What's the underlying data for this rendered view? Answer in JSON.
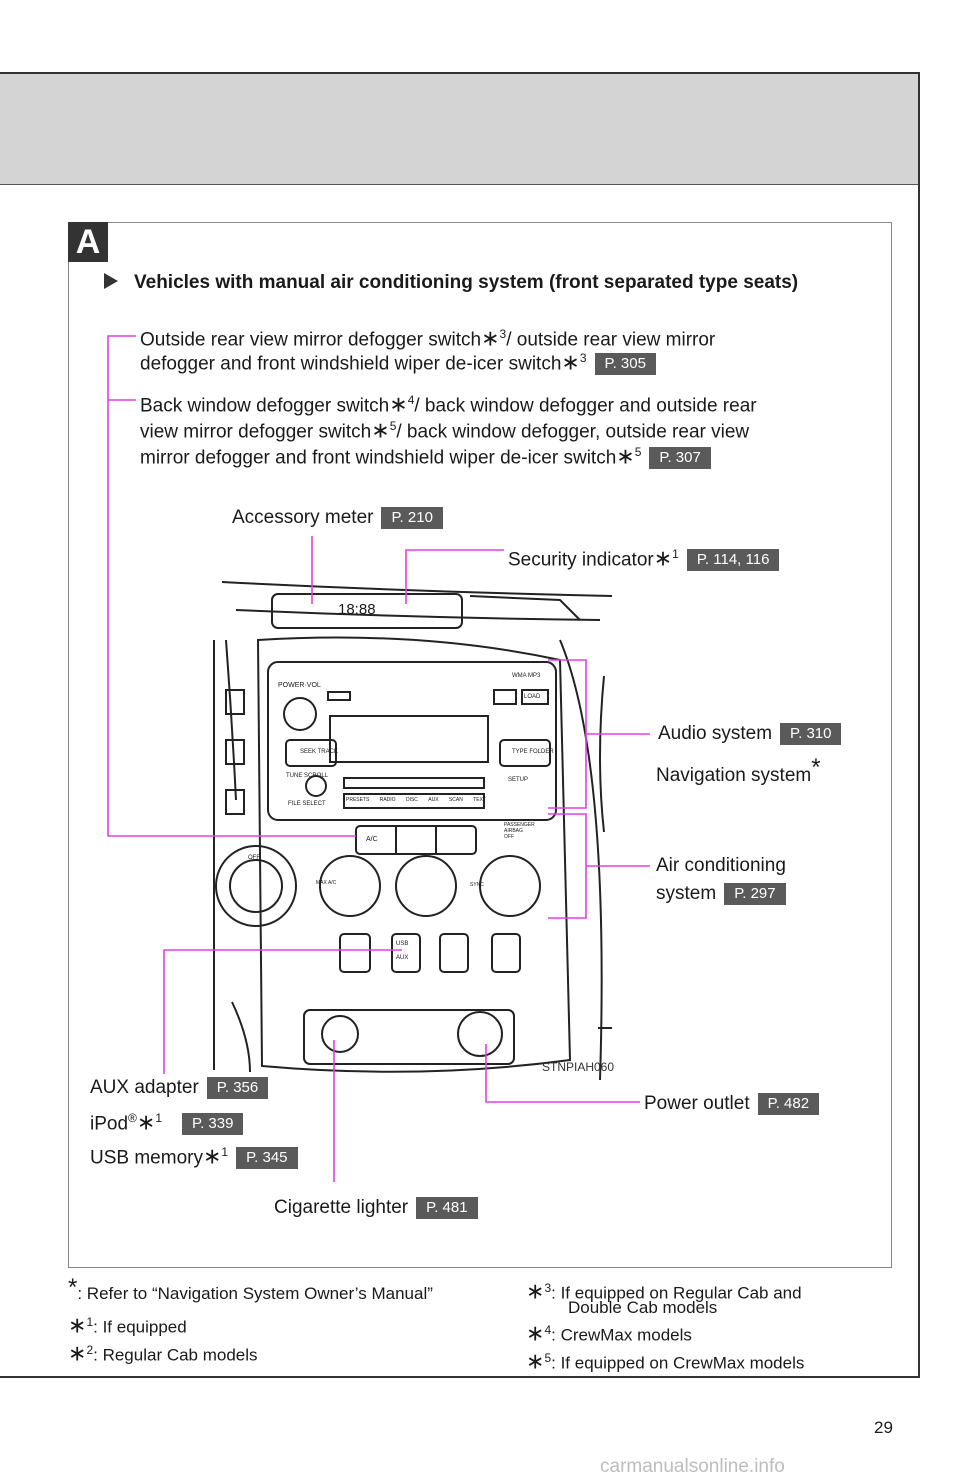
{
  "section_badge": "A",
  "heading": "Vehicles with manual air conditioning system (front separated type seats)",
  "callouts": {
    "mirror_defogger": {
      "line1_a": "Outside rear view mirror defogger switch",
      "line1_sup": "3",
      "line1_b": "/ outside rear view mirror",
      "line2_a": "defogger and front windshield wiper de-icer switch",
      "line2_sup": "3",
      "page": "P. 305"
    },
    "back_window": {
      "line1_a": "Back window defogger switch",
      "line1_sup": "4",
      "line1_b": "/ back window defogger and outside rear",
      "line2_a": "view mirror defogger switch",
      "line2_sup": "5",
      "line2_b": "/ back window defogger, outside rear view",
      "line3_a": "mirror defogger and front windshield wiper de-icer switch",
      "line3_sup": "5",
      "page": "P. 307"
    },
    "accessory_meter": {
      "label": "Accessory meter",
      "page": "P. 210"
    },
    "security_indicator": {
      "label": "Security indicator",
      "sup": "1",
      "page": "P. 114, 116"
    },
    "audio_system": {
      "label": "Audio system",
      "page": "P. 310"
    },
    "navigation_system": {
      "label": "Navigation system"
    },
    "air_conditioning": {
      "line1": "Air conditioning",
      "line2": "system",
      "page": "P. 297"
    },
    "aux_adapter": {
      "label": "AUX adapter",
      "page": "P. 356"
    },
    "ipod": {
      "label": "iPod",
      "reg": "®",
      "sup": "1",
      "page": "P. 339"
    },
    "usb_memory": {
      "label": "USB memory",
      "sup": "1",
      "page": "P. 345"
    },
    "power_outlet": {
      "label": "Power outlet",
      "page": "P. 482"
    },
    "cigarette_lighter": {
      "label": "Cigarette lighter",
      "page": "P. 481"
    }
  },
  "panel_labels": {
    "clock": "18:88",
    "power_vol": "POWER·VOL",
    "seek_track": "SEEK TRACK",
    "type_folder": "TYPE FOLDER",
    "tune_scroll": "TUNE SCROLL",
    "file_select": "FILE SELECT",
    "setup": "SETUP",
    "load": "LOAD",
    "wma_mp3": "WMA MP3",
    "presets": [
      "PRESETS",
      "RADIO",
      "DISC",
      "AUX",
      "SCAN",
      "TEXT"
    ],
    "ac": "A/C",
    "passenger_airbag": "PASSENGER AIRBAG OFF",
    "max_ac": "MAX A/C",
    "sync": "SYNC",
    "off": "OFF",
    "usb": "USB",
    "aux": "AUX",
    "image_code": "STNPIAH060"
  },
  "footnotes": {
    "star": ": Refer to “Navigation System Owner’s Manual”",
    "n1": ": If equipped",
    "n2": ": Regular Cab models",
    "n3_a": ": If equipped on Regular Cab and",
    "n3_b": "Double Cab models",
    "n4": ": CrewMax models",
    "n5": ": If equipped on CrewMax models"
  },
  "page_number": "29",
  "watermark": "carmanualsonline.info",
  "colors": {
    "callout_line": "#e040e0",
    "page_tag": "#5a5a5a",
    "header_band": "#d4d4d4"
  }
}
